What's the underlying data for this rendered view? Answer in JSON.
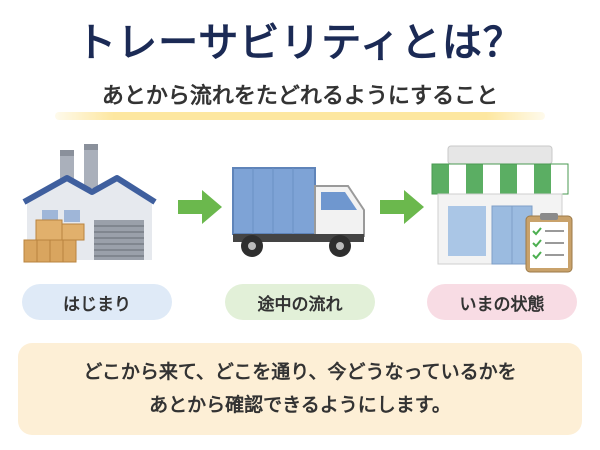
{
  "title": "トレーサビリティとは？",
  "subtitle": "あとから流れをたどれるようにすること",
  "steps": [
    {
      "label": "はじまり",
      "icon": "factory-icon"
    },
    {
      "label": "途中の流れ",
      "icon": "truck-icon"
    },
    {
      "label": "いまの状態",
      "icon": "store-icon"
    }
  ],
  "summary": {
    "line1": "どこから来て、どこを通り、今どうなっているかを",
    "line2": "あとから確認できるようにします。"
  },
  "colors": {
    "title": "#1b2a55",
    "arrow": "#6bb84d",
    "pill_start": "#dfeaf7",
    "pill_middle": "#e2f0d8",
    "pill_end": "#f8dce4",
    "summary_bg": "#fdefd6"
  }
}
